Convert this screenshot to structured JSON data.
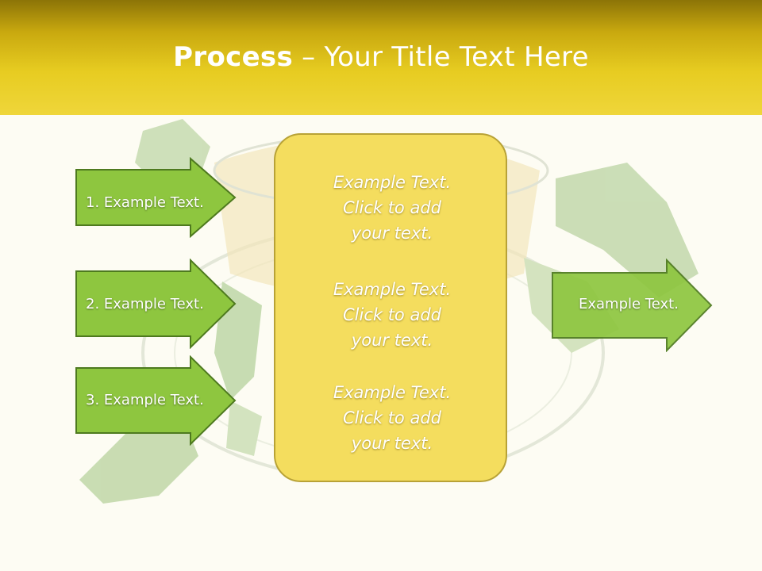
{
  "slide": {
    "title_bold": "Process",
    "title_rest": " – Your Title Text Here"
  },
  "left_arrows": [
    {
      "label": "1. Example Text."
    },
    {
      "label": "2. Example Text."
    },
    {
      "label": "3. Example Text."
    }
  ],
  "center_box": {
    "paragraphs": [
      {
        "line1": "Example Text.",
        "line2": "Click  to add",
        "line3": "your text."
      },
      {
        "line1": "Example Text.",
        "line2": "Click  to add",
        "line3": "your text."
      },
      {
        "line1": "Example Text.",
        "line2": "Click  to add",
        "line3": "your text."
      }
    ]
  },
  "right_arrow": {
    "label": "Example Text."
  },
  "colors": {
    "header_gold": "#e7cc21",
    "arrow_fill": "#8ec63f",
    "arrow_border": "#4e7a1f",
    "box_fill": "#f4dd5e"
  }
}
